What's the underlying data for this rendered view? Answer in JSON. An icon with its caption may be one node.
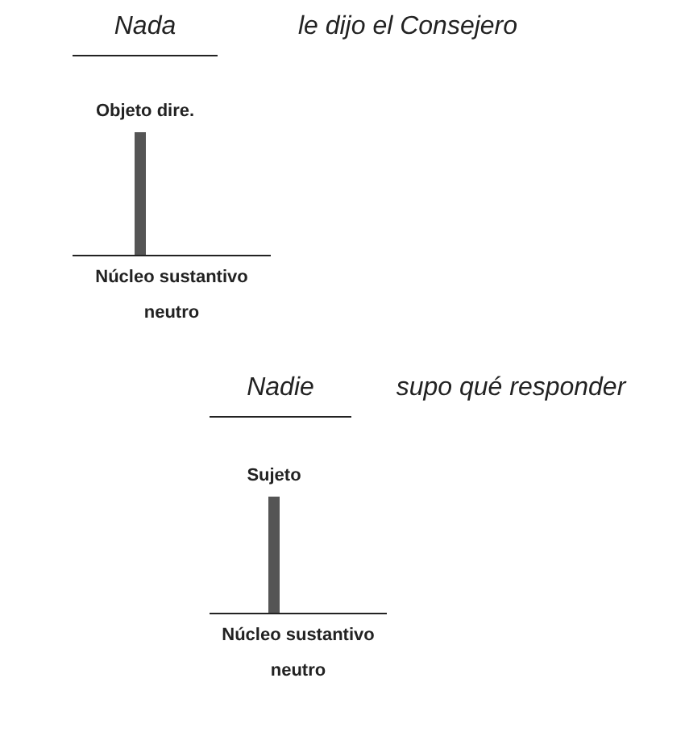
{
  "diagram": {
    "nodes": [
      {
        "text": [
          "Objeto dire."
        ]
      },
      {
        "text": [
          "Núcleo sustantivo neutro"
        ]
      },
      {
        "text": [
          "Sujeto"
        ]
      },
      {
        "text": [
          "Núcleo sustantivo neutro"
        ]
      }
    ],
    "edges": [
      {
        "from": 0,
        "to": 1,
        "arrow": "none"
      },
      {
        "from": 2,
        "to": 3,
        "arrow": "none"
      }
    ],
    "labels": [
      "Nada",
      "le dijo el Consejero",
      "Nadie",
      "supo qué responder"
    ]
  }
}
